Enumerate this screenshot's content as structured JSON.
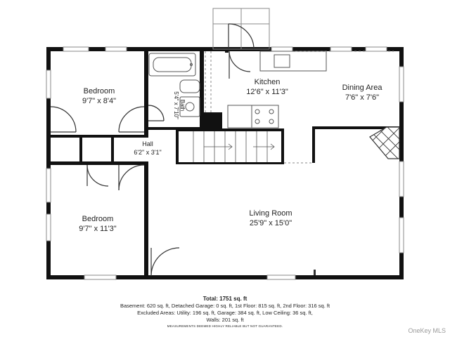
{
  "rooms": {
    "bedroom_top": {
      "name": "Bedroom",
      "dims": "9'7\" x 8'4\""
    },
    "bedroom_bottom": {
      "name": "Bedroom",
      "dims": "9'7\" x 11'3\""
    },
    "kitchen": {
      "name": "Kitchen",
      "dims": "12'6\" x 11'3\""
    },
    "dining": {
      "name": "Dining Area",
      "dims": "7'6\" x 7'6\""
    },
    "hall": {
      "name": "Hall",
      "dims": "6'2\" x 3'1\""
    },
    "living": {
      "name": "Living Room",
      "dims": "25'9\" x 15'0\""
    },
    "bath": {
      "name": "Bath",
      "dims": "5'4\" x 7'10\""
    }
  },
  "summary": {
    "total": "Total: 1751 sq. ft",
    "line1": "Basement: 620 sq. ft, Detached Garage: 0 sq. ft, 1st Floor: 815 sq. ft, 2nd Floor: 316 sq. ft",
    "line2": "Excluded Areas: Utility: 196 sq. ft, Garage: 384 sq. ft, Low Ceiling: 36 sq. ft,",
    "line3": "Walls: 201 sq. ft",
    "disclaimer": "MEASUREMENTS DEEMED HIGHLY RELIABLE BUT NOT GUARANTEED."
  },
  "brand": "OneKey MLS",
  "colors": {
    "wall": "#111111",
    "fixture": "#555555",
    "window": "#8a8a8a",
    "fireplace": "#333333"
  }
}
